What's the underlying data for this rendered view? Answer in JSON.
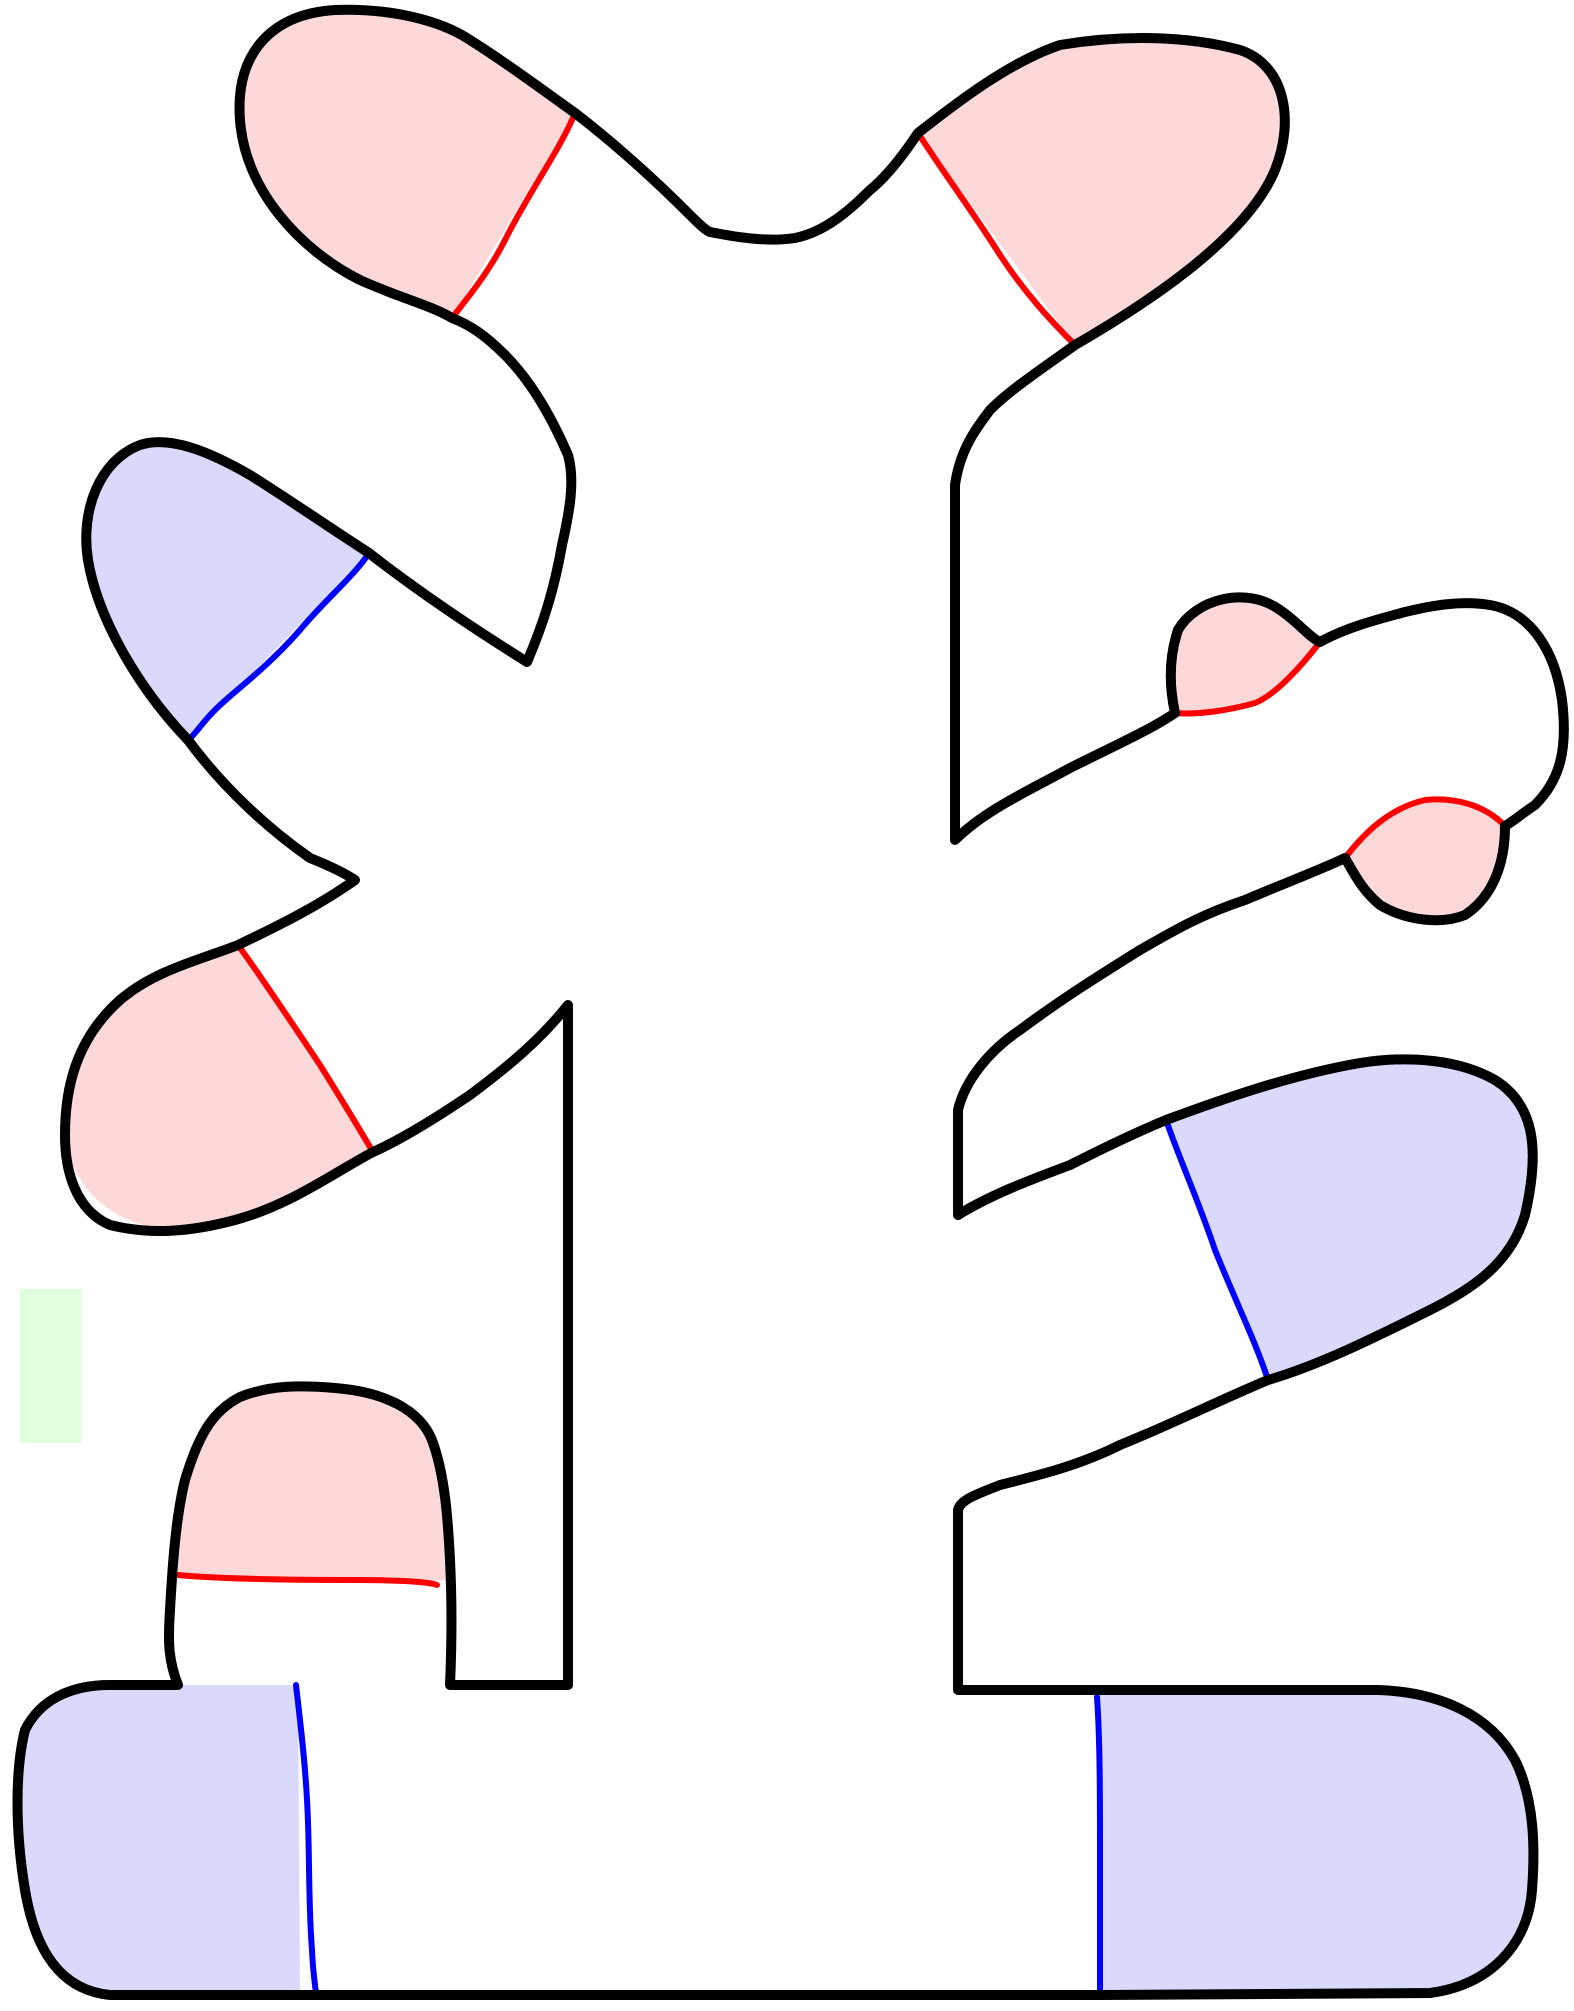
{
  "colors": {
    "background": "#ffffff",
    "outline": "#000000",
    "pink_fill": "#fdd8d8",
    "blue_fill": "#d9d9fb",
    "red_line": "#ff0000",
    "blue_line": "#0000ff",
    "green_marker": "#dfffdf"
  },
  "lobes": [
    {
      "id": "top-left",
      "color": "pink"
    },
    {
      "id": "top-right",
      "color": "pink"
    },
    {
      "id": "upper-left",
      "color": "blue"
    },
    {
      "id": "middle-left",
      "color": "pink"
    },
    {
      "id": "right-small-upper",
      "color": "pink"
    },
    {
      "id": "right-small-lower",
      "color": "pink"
    },
    {
      "id": "lower-right",
      "color": "blue"
    },
    {
      "id": "bottom-arch",
      "color": "pink"
    },
    {
      "id": "base-left",
      "color": "blue"
    },
    {
      "id": "base-right",
      "color": "blue"
    }
  ]
}
